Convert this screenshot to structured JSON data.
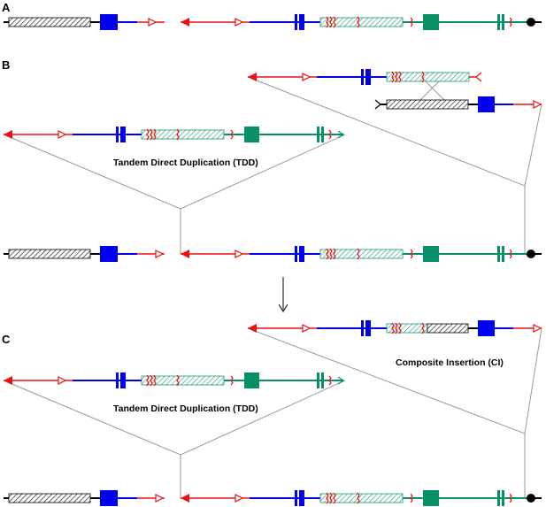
{
  "panels": {
    "a": "A",
    "b": "B",
    "c": "C"
  },
  "captions": {
    "b_tdd": "Tandem Direct Duplication (TDD)",
    "c_tdd": "Tandem Direct Duplication (TDD)",
    "c_ci": "Composite Insertion (CI)"
  },
  "colors": {
    "black_segment": "#000000",
    "blue_segment": "#0000ee",
    "red_segment": "#ee1111",
    "green_segment": "#079068",
    "green_hatch": "#1a9a78",
    "connector": "#999999"
  }
}
